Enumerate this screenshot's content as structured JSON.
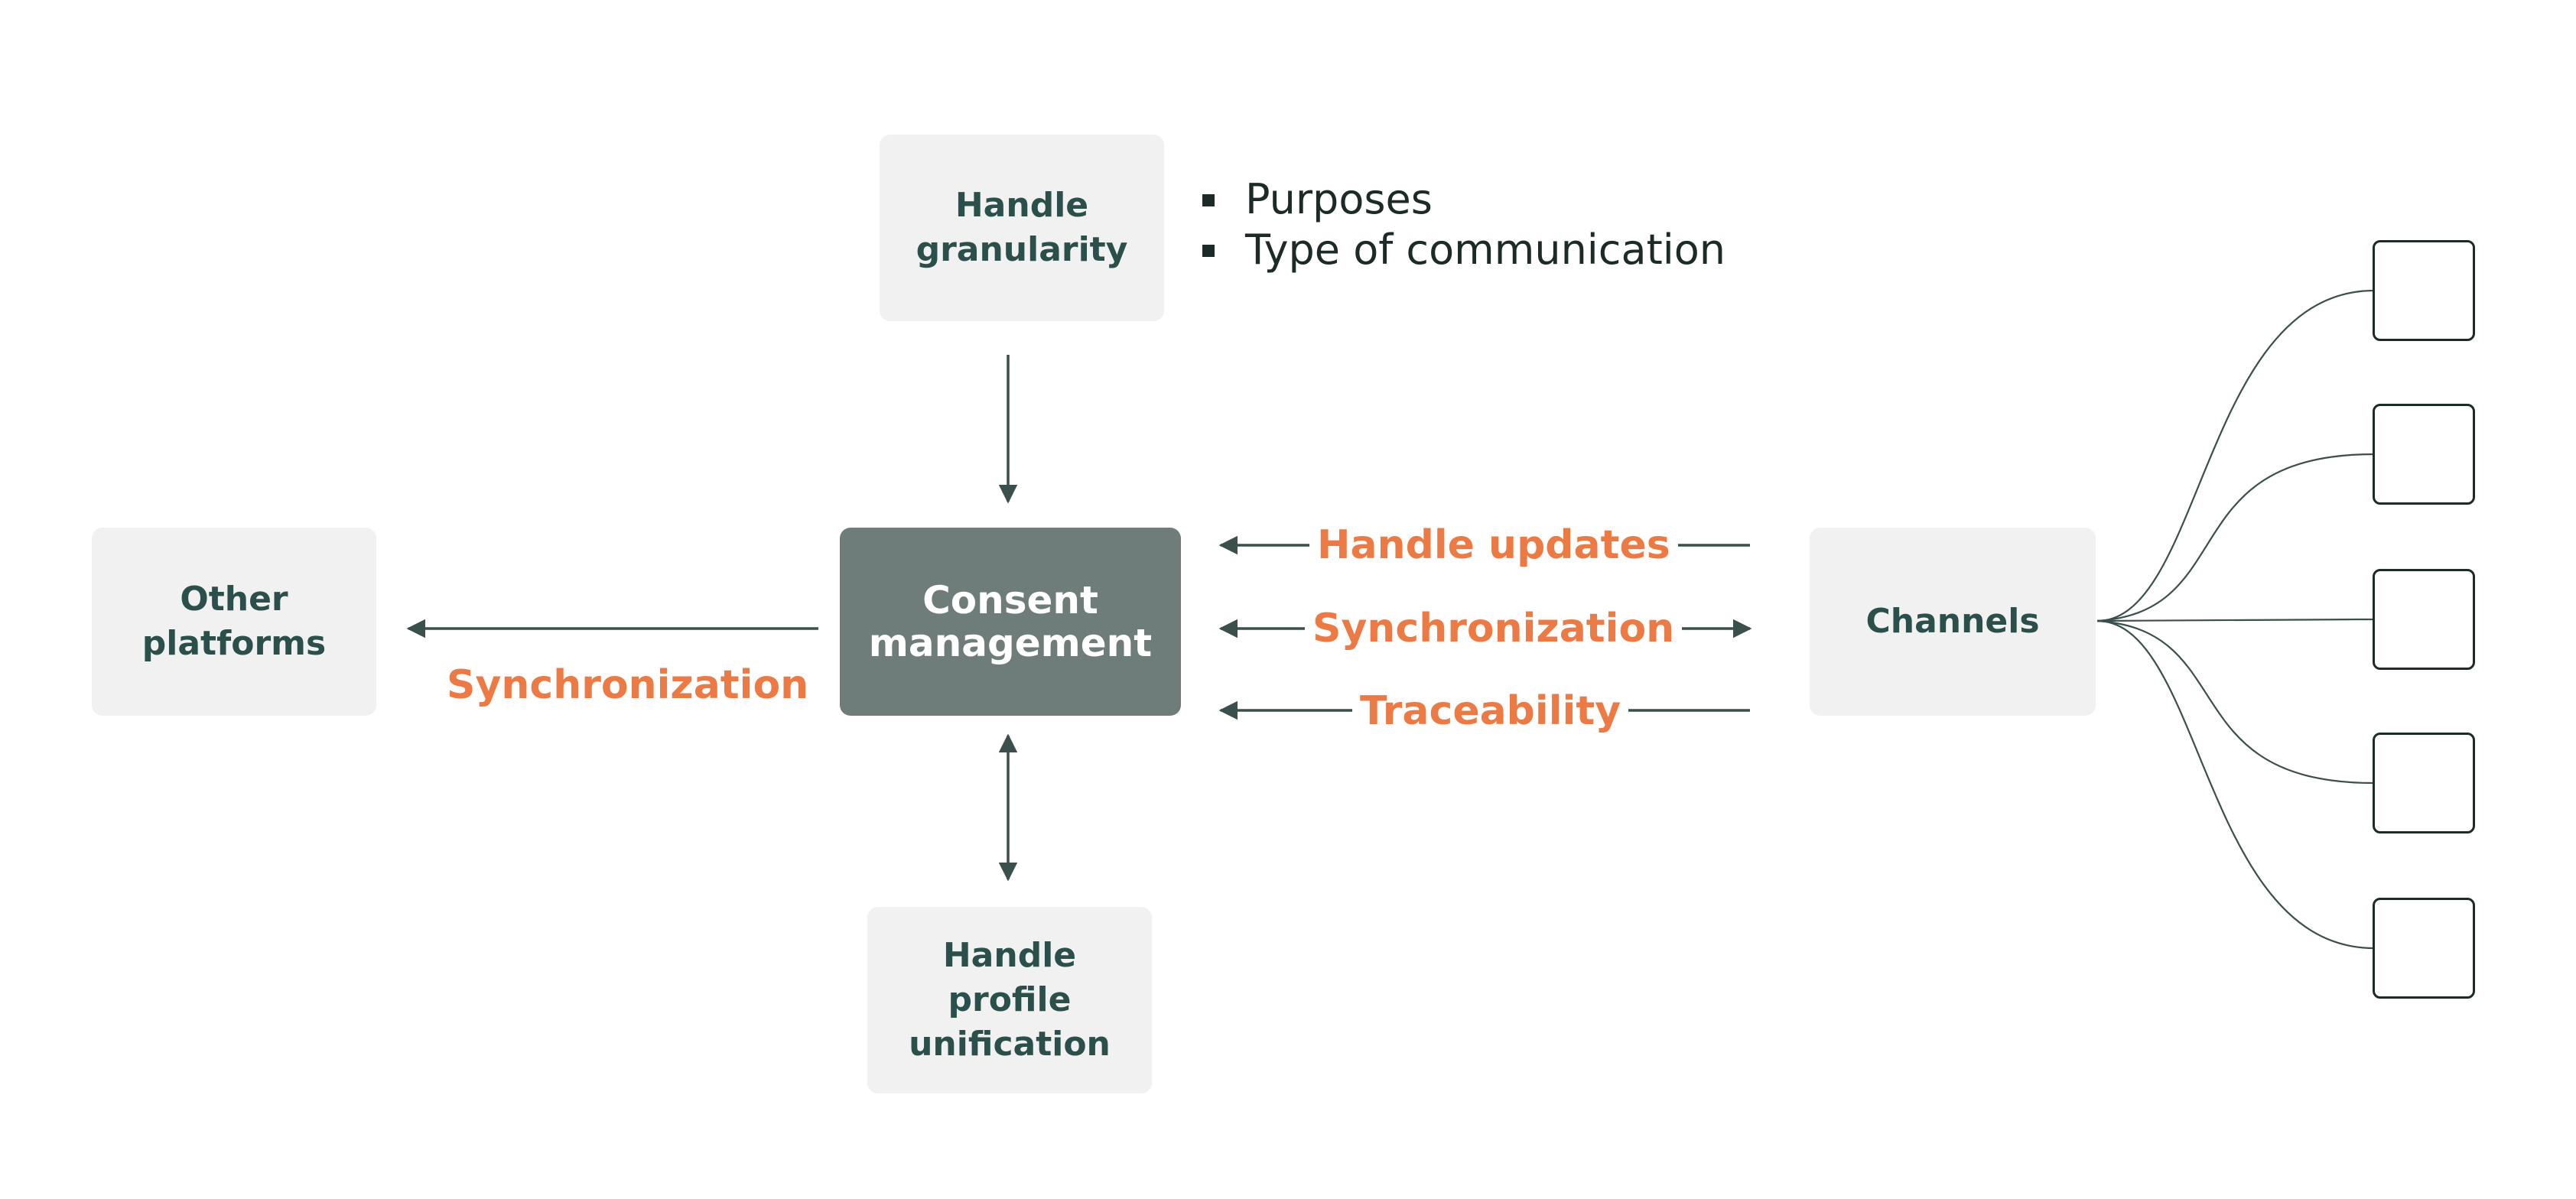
{
  "nodes": {
    "handle_granularity": "Handle\ngranularity",
    "consent_management": "Consent\nmanagement",
    "other_platforms": "Other\nplatforms",
    "channels": "Channels",
    "handle_profile_unification": "Handle\nprofile\nunification"
  },
  "granularity_details": [
    "Purposes",
    "Type of communication"
  ],
  "edge_labels": {
    "left_sync": "Synchronization",
    "handle_updates": "Handle updates",
    "right_sync": "Synchronization",
    "traceability": "Traceability"
  },
  "channel_outputs_count": 5,
  "colors": {
    "node_fill": "#f1f1f1",
    "center_fill": "#6f7d7a",
    "node_text": "#2b4f4a",
    "edge_label": "#ec7a45",
    "arrow": "#3b4f4c"
  }
}
